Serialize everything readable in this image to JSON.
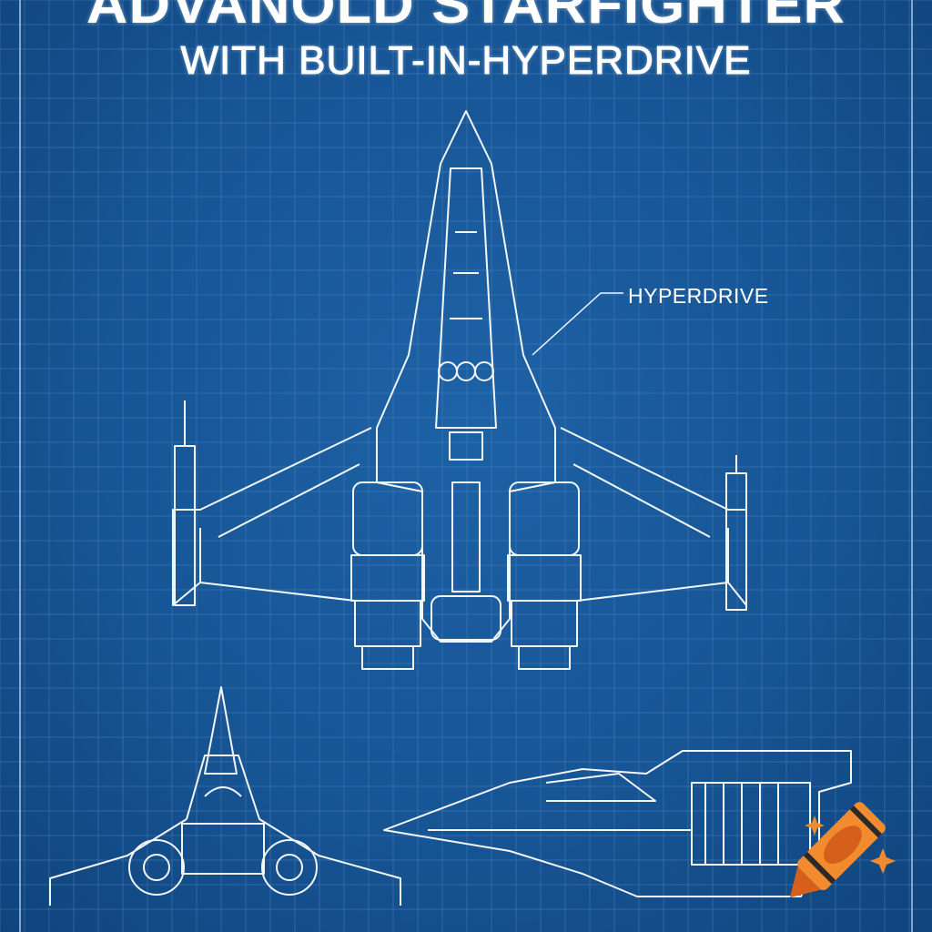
{
  "title": {
    "line1": "ADVANOLD STARFIGHTER",
    "line2": "WITH BUILT-IN-HYPERDRIVE"
  },
  "callout": {
    "label": "HYPERDRIVE"
  },
  "colors": {
    "background": "#175595",
    "lines": "#ffffff",
    "grid": "#4f86c2",
    "logo_orange": "#f28a2e",
    "logo_dark": "#d4601c"
  },
  "views": [
    "top-view",
    "front-view",
    "side-view"
  ],
  "logo": {
    "icon": "crayon-icon"
  }
}
